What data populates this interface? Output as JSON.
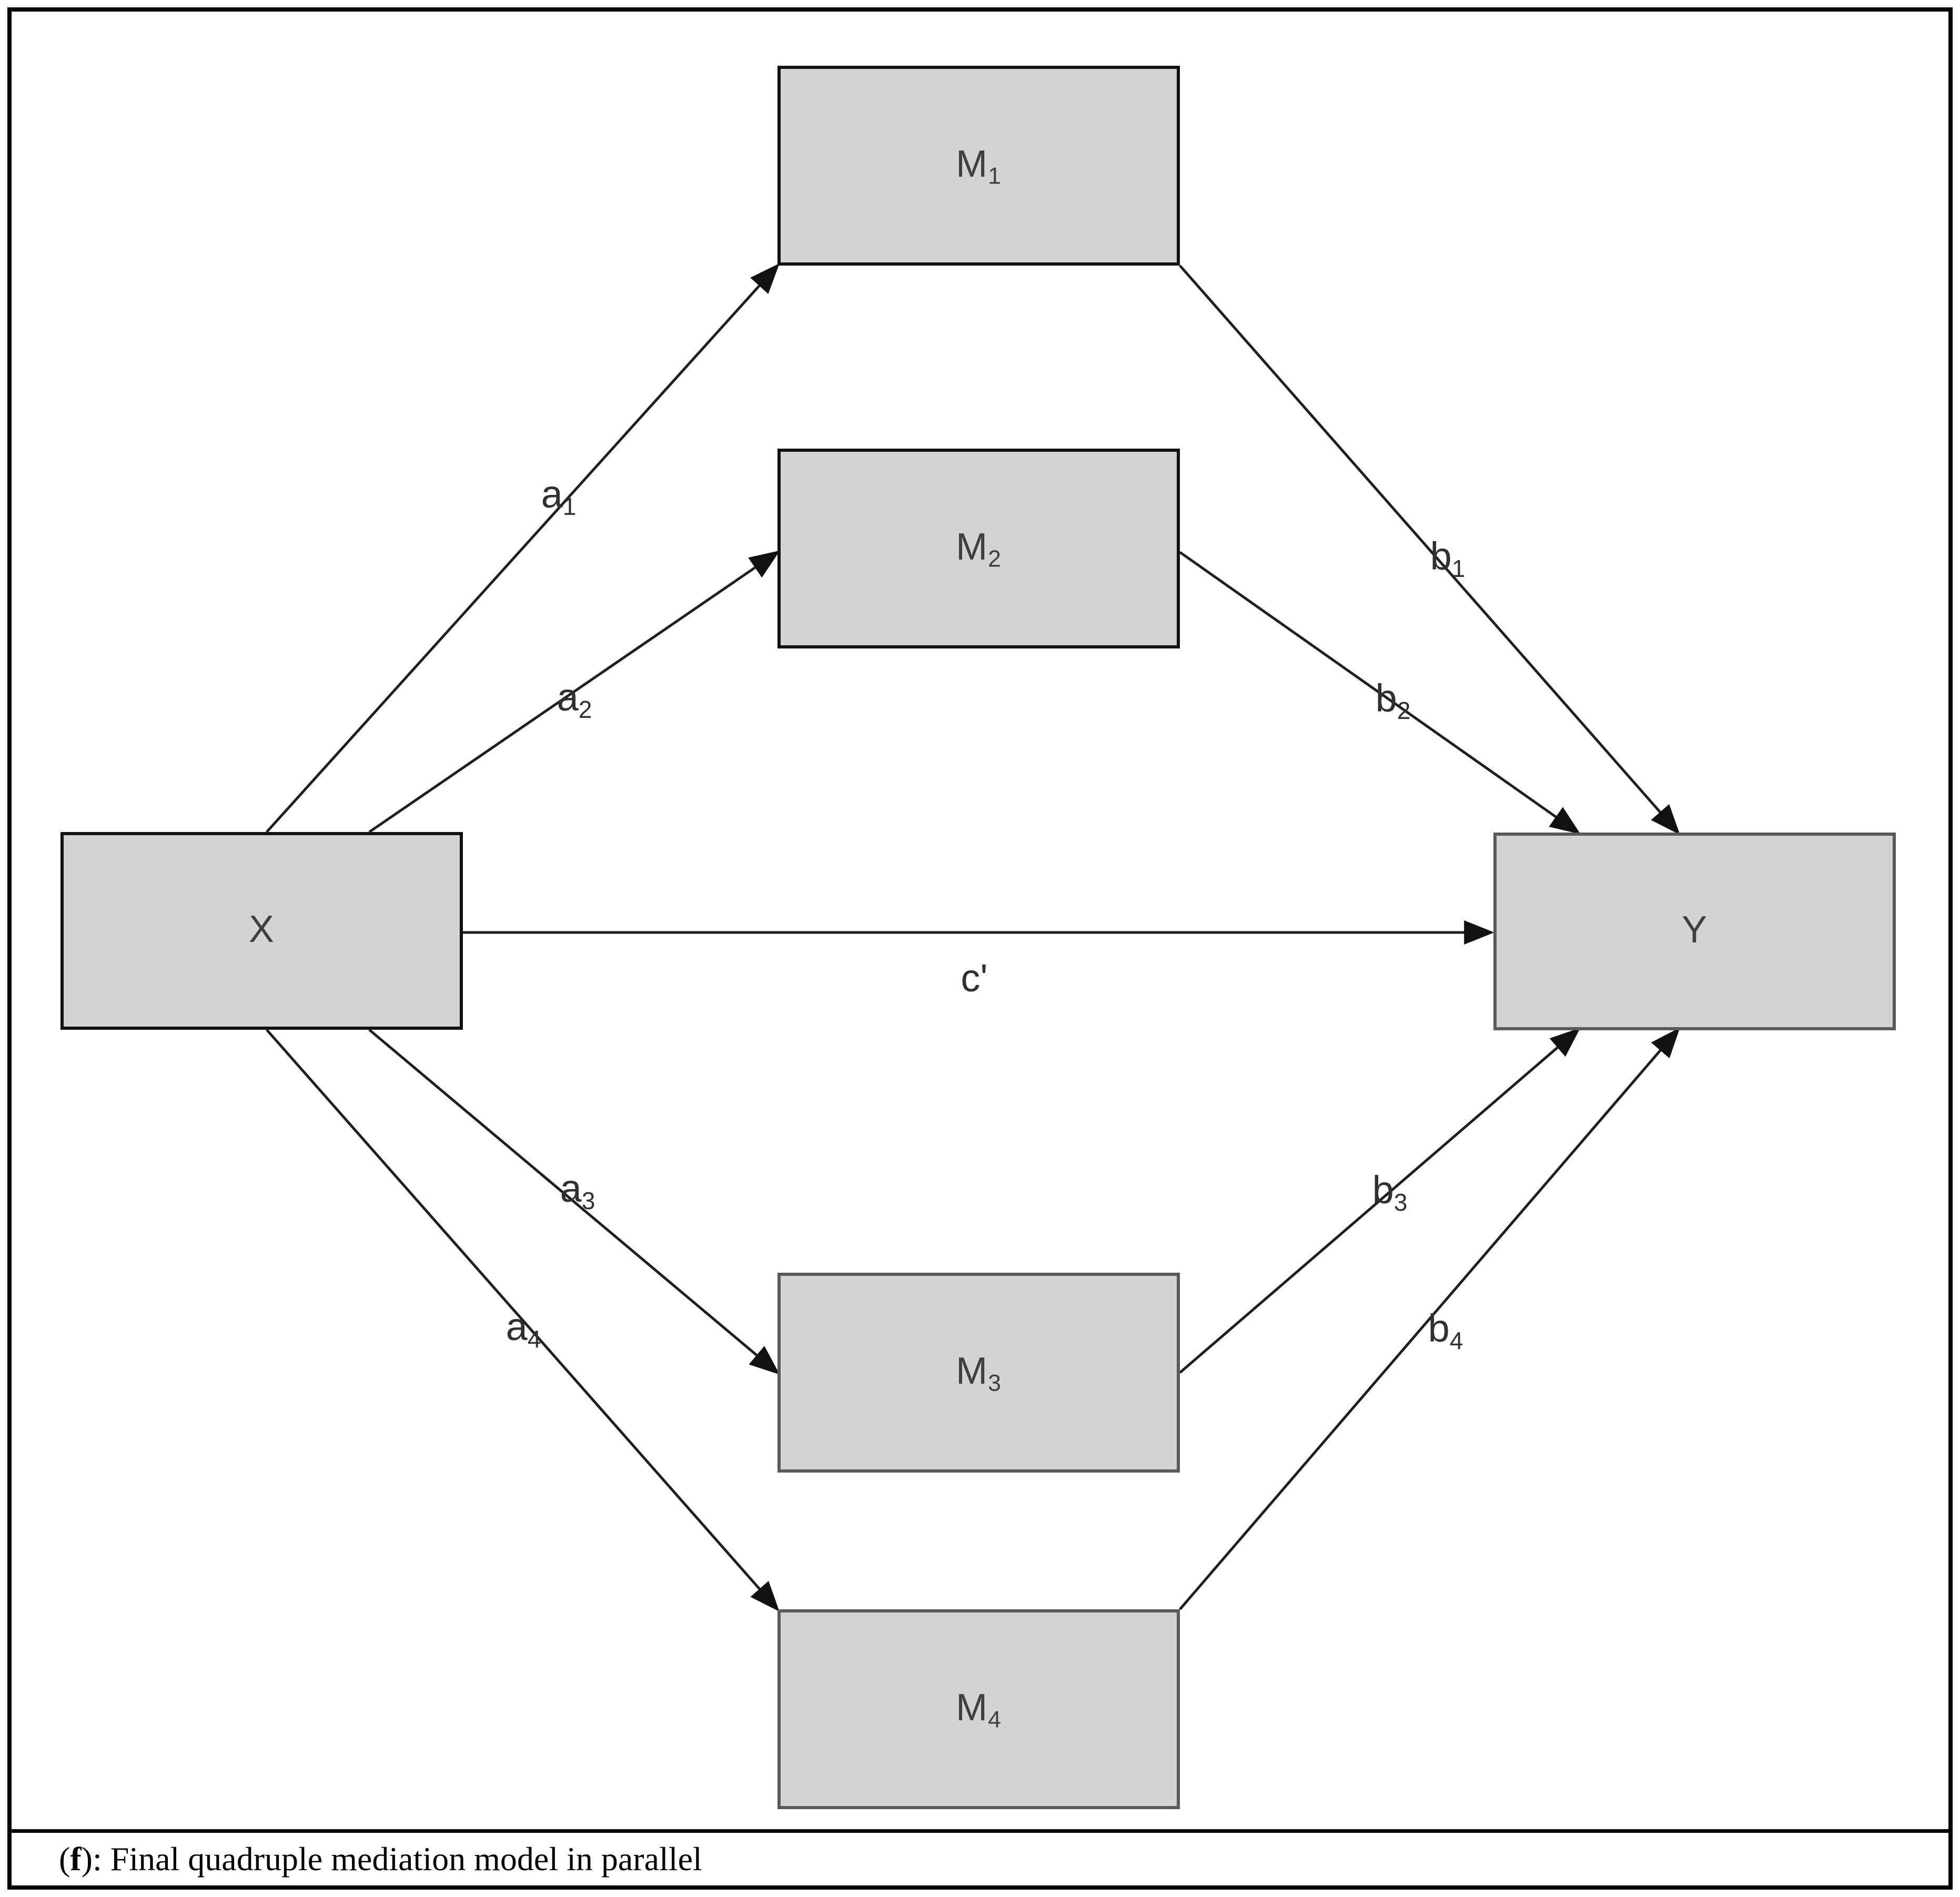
{
  "figure_type": "parallel mediation path diagram",
  "caption": {
    "open": "(",
    "letter": "f",
    "close": ")",
    "rest": ": Final quadruple mediation model in parallel"
  },
  "colors": {
    "background": "#ffffff",
    "frame_border": "#000000",
    "box_fill": "#d3d3d3",
    "box_border_dark": "#111111",
    "box_border_gray": "#5a5a5a",
    "arrow_line": "#1f1f1f",
    "node_label": "#3f3f3f",
    "edge_label": "#303030",
    "caption_text": "#000000"
  },
  "nodes": {
    "x": {
      "base": "X",
      "sub": ""
    },
    "m1": {
      "base": "M",
      "sub": "1"
    },
    "m2": {
      "base": "M",
      "sub": "2"
    },
    "m3": {
      "base": "M",
      "sub": "3"
    },
    "m4": {
      "base": "M",
      "sub": "4"
    },
    "y": {
      "base": "Y",
      "sub": ""
    }
  },
  "edges": {
    "a1": {
      "base": "a",
      "sub": "1",
      "from": "X",
      "to": "M1"
    },
    "a2": {
      "base": "a",
      "sub": "2",
      "from": "X",
      "to": "M2"
    },
    "a3": {
      "base": "a",
      "sub": "3",
      "from": "X",
      "to": "M3"
    },
    "a4": {
      "base": "a",
      "sub": "4",
      "from": "X",
      "to": "M4"
    },
    "b1": {
      "base": "b",
      "sub": "1",
      "from": "M1",
      "to": "Y"
    },
    "b2": {
      "base": "b",
      "sub": "2",
      "from": "M2",
      "to": "Y"
    },
    "b3": {
      "base": "b",
      "sub": "3",
      "from": "M3",
      "to": "Y"
    },
    "b4": {
      "base": "b",
      "sub": "4",
      "from": "M4",
      "to": "Y"
    },
    "c_prime": {
      "base": "c'",
      "sub": "",
      "from": "X",
      "to": "Y"
    }
  }
}
